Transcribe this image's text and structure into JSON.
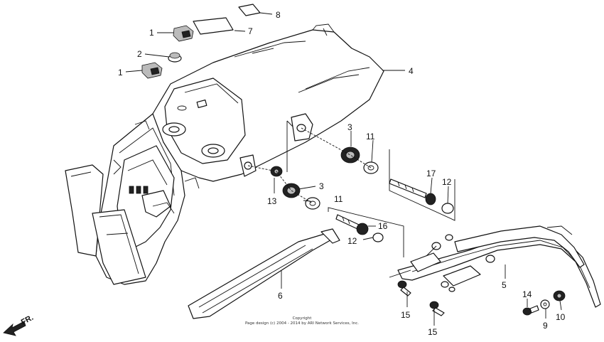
{
  "callouts": [
    {
      "id": "c1a",
      "label": "1"
    },
    {
      "id": "c1b",
      "label": "1"
    },
    {
      "id": "c2",
      "label": "2"
    },
    {
      "id": "c3a",
      "label": "3"
    },
    {
      "id": "c3b",
      "label": "3"
    },
    {
      "id": "c4",
      "label": "4"
    },
    {
      "id": "c5",
      "label": "5"
    },
    {
      "id": "c6",
      "label": "6"
    },
    {
      "id": "c7",
      "label": "7"
    },
    {
      "id": "c8",
      "label": "8"
    },
    {
      "id": "c9",
      "label": "9"
    },
    {
      "id": "c10",
      "label": "10"
    },
    {
      "id": "c11a",
      "label": "11"
    },
    {
      "id": "c11b",
      "label": "11"
    },
    {
      "id": "c12a",
      "label": "12"
    },
    {
      "id": "c12b",
      "label": "12"
    },
    {
      "id": "c13",
      "label": "13"
    },
    {
      "id": "c14",
      "label": "14"
    },
    {
      "id": "c15a",
      "label": "15"
    },
    {
      "id": "c15b",
      "label": "15"
    },
    {
      "id": "c16",
      "label": "16"
    },
    {
      "id": "c17",
      "label": "17"
    }
  ],
  "copyright": {
    "line1": "Copyright",
    "line2": "Page design (c) 2004 - 2014 by ARI Network Services, Inc."
  },
  "direction_label": "FR.",
  "icons": {
    "direction": "arrow-front-icon"
  }
}
